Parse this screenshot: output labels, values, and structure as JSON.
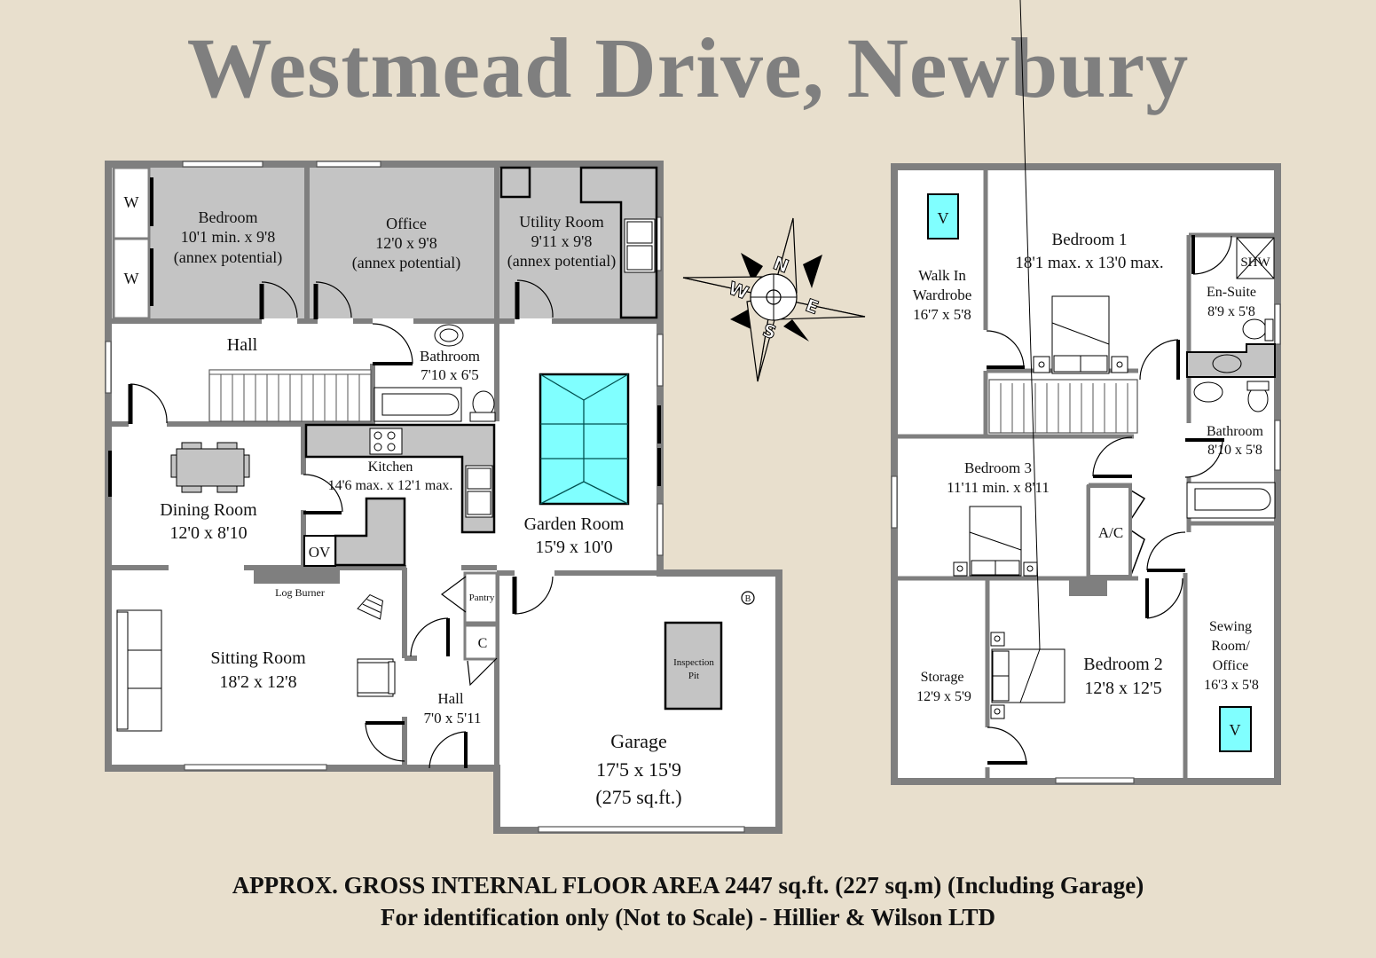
{
  "header": {
    "title": "Westmead Drive, Newbury"
  },
  "colors": {
    "background": "#e8dfcd",
    "wall": "#7f7f7f",
    "annex_fill": "#c4c4c4",
    "room_fill": "#ffffff",
    "lantern_fill": "#80ffff",
    "title_color": "#7f7f7f"
  },
  "ground_floor": {
    "rooms": [
      {
        "id": "wardrobe_1",
        "name": "W",
        "size": ""
      },
      {
        "id": "wardrobe_2",
        "name": "W",
        "size": ""
      },
      {
        "id": "bedroom_annex",
        "name": "Bedroom",
        "size": "10'1 min. x 9'8",
        "note": "(annex potential)"
      },
      {
        "id": "office_annex",
        "name": "Office",
        "size": "12'0 x 9'8",
        "note": "(annex potential)"
      },
      {
        "id": "utility_room",
        "name": "Utility Room",
        "size": "9'11 x 9'8",
        "note": "(annex potential)"
      },
      {
        "id": "hall",
        "name": "Hall",
        "size": ""
      },
      {
        "id": "bathroom",
        "name": "Bathroom",
        "size": "7'10 x 6'5"
      },
      {
        "id": "kitchen",
        "name": "Kitchen",
        "size": "14'6 max. x 12'1 max."
      },
      {
        "id": "dining_room",
        "name": "Dining Room",
        "size": "12'0 x 8'10"
      },
      {
        "id": "garden_room",
        "name": "Garden Room",
        "size": "15'9 x 10'0"
      },
      {
        "id": "sitting_room",
        "name": "Sitting Room",
        "size": "18'2 x 12'8"
      },
      {
        "id": "front_hall",
        "name": "Hall",
        "size": "7'0 x 5'11"
      },
      {
        "id": "pantry",
        "name": "Pantry",
        "size": ""
      },
      {
        "id": "cupboard",
        "name": "C",
        "size": ""
      },
      {
        "id": "garage",
        "name": "Garage",
        "size": "17'5 x 15'9",
        "note": "(275 sq.ft.)"
      }
    ],
    "fixtures": {
      "log_burner": "Log Burner",
      "oven": "OV",
      "inspection_pit_line1": "Inspection",
      "inspection_pit_line2": "Pit",
      "boiler": "B"
    }
  },
  "first_floor": {
    "rooms": [
      {
        "id": "walk_in_wardrobe",
        "name_line1": "Walk In",
        "name_line2": "Wardrobe",
        "size": "16'7 x 5'8"
      },
      {
        "id": "bedroom_1",
        "name": "Bedroom 1",
        "size": "18'1 max. x 13'0 max."
      },
      {
        "id": "en_suite",
        "name": "En-Suite",
        "size": "8'9 x 5'8"
      },
      {
        "id": "bathroom_ff",
        "name": "Bathroom",
        "size": "8'10 x 5'8"
      },
      {
        "id": "bedroom_3",
        "name": "Bedroom 3",
        "size": "11'11 min. x 8'11"
      },
      {
        "id": "airing_cupboard",
        "name": "A/C",
        "size": ""
      },
      {
        "id": "storage",
        "name": "Storage",
        "size": "12'9 x 5'9"
      },
      {
        "id": "bedroom_2",
        "name": "Bedroom 2",
        "size": "12'8 x 12'5"
      },
      {
        "id": "sewing_room",
        "name_line1": "Sewing",
        "name_line2": "Room/",
        "name_line3": "Office",
        "size": "16'3 x 5'8"
      }
    ],
    "fixtures": {
      "shower": "SHW",
      "velux_1": "V",
      "velux_2": "V"
    }
  },
  "compass": {
    "n": "N",
    "e": "E",
    "s": "S",
    "w": "W"
  },
  "footer": {
    "line1": "APPROX. GROSS INTERNAL FLOOR AREA 2447 sq.ft. (227 sq.m) (Including Garage)",
    "line2": "For identification only (Not to Scale) - Hillier & Wilson LTD"
  }
}
